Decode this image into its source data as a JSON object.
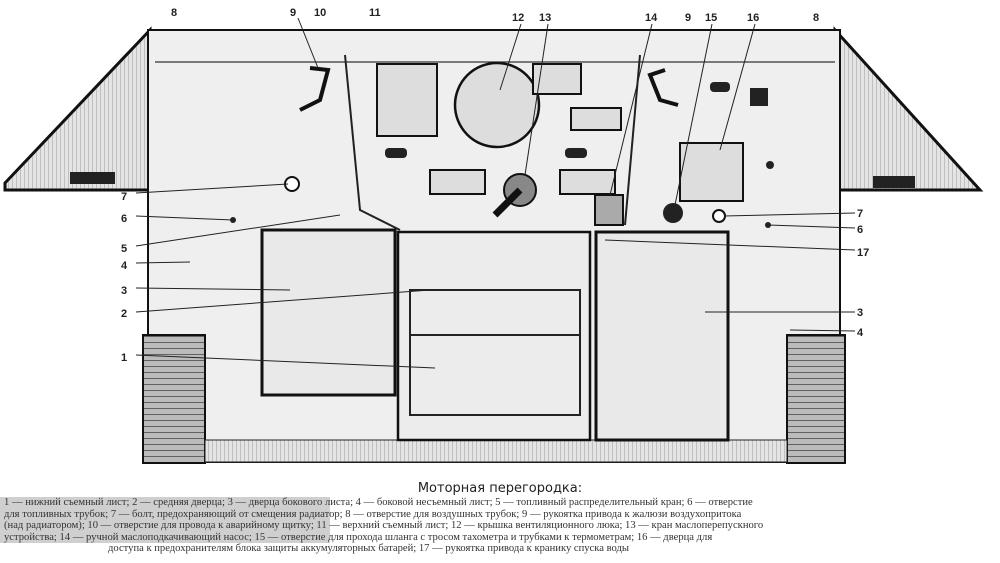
{
  "figure": {
    "callouts_top": [
      "8",
      "9",
      "10",
      "11",
      "12",
      "13",
      "14",
      "9",
      "15",
      "16",
      "8"
    ],
    "callouts_left": [
      "7",
      "6",
      "5",
      "4",
      "3",
      "2",
      "1"
    ],
    "callouts_right": [
      "7",
      "6",
      "17",
      "3",
      "4"
    ]
  },
  "title": "Моторная перегородка:",
  "caption_lines": [
    "1 — нижний съемный лист; 2 — средняя дверца; 3 — дверца бокового листа; 4 — боковой несъемный лист; 5 — топливный распределительный кран; 6 — отверстие",
    "для топливных трубок; 7 — болт, предохраняющий от смещения радиатор; 8 — отверстие для воздушных трубок; 9 — рукоятка привода к жалюзи воздухопритока",
    "(над радиатором); 10 — отверстие для провода к аварийному щитку; 11 — верхний съемный лист; 12 — крышка вентиляционного люка; 13 — кран маслоперепускного",
    "устройства; 14 — ручной маслоподкачивающий насос; 15 — отверстие для прохода шланга с тросом тахометра и трубками к термометрам; 16 — дверца для",
    "доступа к предохранителям блока защиты аккумуляторных батарей; 17 — рукоятка привода к кранику спуска воды"
  ]
}
